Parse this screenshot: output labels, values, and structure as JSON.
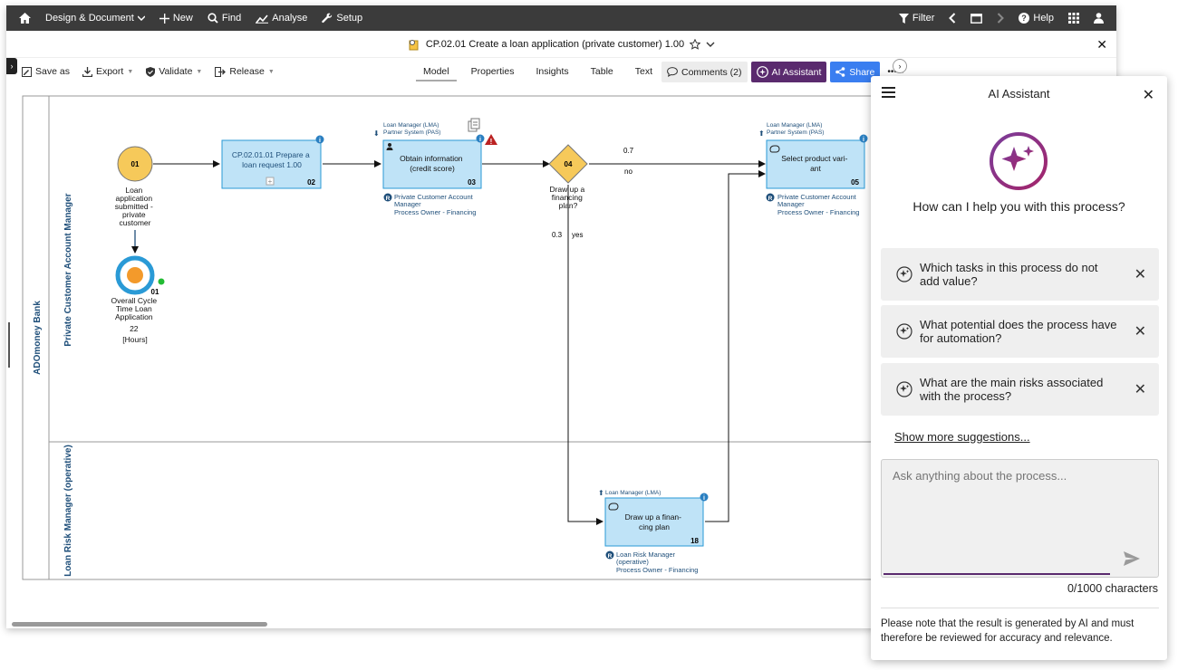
{
  "topbar": {
    "home_icon": "home-icon",
    "design_document": "Design & Document",
    "new": "New",
    "find": "Find",
    "analyse": "Analyse",
    "setup": "Setup",
    "filter": "Filter",
    "help": "Help"
  },
  "titlebar": {
    "title": "CP.02.01 Create a loan application (private customer) 1.00"
  },
  "toolbar": {
    "save_as": "Save as",
    "export": "Export",
    "validate": "Validate",
    "release": "Release",
    "tabs": [
      "Model",
      "Properties",
      "Insights",
      "Table",
      "Text"
    ],
    "comments": "Comments (2)",
    "ai_assistant": "AI Assistant",
    "share": "Share",
    "more": "•••"
  },
  "diagram": {
    "pool_label": "ADOmoney Bank",
    "lane1_label": "Private Customer Account Manager",
    "lane2_label": "Loan Risk Manager (operative)",
    "start_event": {
      "num": "01",
      "label": [
        "Loan",
        "application",
        "submitted -",
        "private",
        "customer"
      ]
    },
    "kpi": {
      "num": "01",
      "label": [
        "Overall Cycle",
        "Time Loan",
        "Application"
      ],
      "value": "22",
      "unit": "[Hours]"
    },
    "task02": {
      "label": [
        "CP.02.01.01 Prepare a",
        "loan request 1.00"
      ],
      "num": "02"
    },
    "task03": {
      "roles": [
        "Loan Manager (LMA)",
        "Partner System (PAS)"
      ],
      "label": [
        "Obtain information",
        "(credit score)"
      ],
      "num": "03",
      "resp": [
        "Private Customer Account",
        "Manager",
        "Process Owner - Financing"
      ]
    },
    "gateway": {
      "num": "04",
      "label": [
        "Draw up a",
        "financing",
        "plan?"
      ],
      "p1": "0.7",
      "l1": "no",
      "p2": "0.3",
      "l2": "yes"
    },
    "task05": {
      "roles": [
        "Loan Manager (LMA)",
        "Partner System (PAS)"
      ],
      "label": [
        "Select product vari-",
        "ant"
      ],
      "num": "05",
      "resp": [
        "Private Customer Account",
        "Manager",
        "Process Owner - Financing"
      ]
    },
    "task18": {
      "roles": [
        "Loan Manager (LMA)"
      ],
      "label": [
        "Draw up a finan-",
        "cing plan"
      ],
      "num": "18",
      "resp": [
        "Loan Risk Manager",
        "(operative)",
        "Process Owner - Financing"
      ]
    },
    "resp_badge": "R",
    "info_badge": "i"
  },
  "ai_panel": {
    "title": "AI Assistant",
    "question": "How can I help you with this process?",
    "suggestions": [
      "Which tasks in this process do not add value?",
      "What potential does the process have for automation?",
      "What are the main risks associated with the process?"
    ],
    "show_more": "Show more suggestions...",
    "input_placeholder": "Ask anything about the process...",
    "char_count": "0/1000 characters",
    "note": "Please note that the result is generated by AI and must therefore be reviewed for accuracy and relevance.",
    "accent_color": "#5a2a6e"
  }
}
